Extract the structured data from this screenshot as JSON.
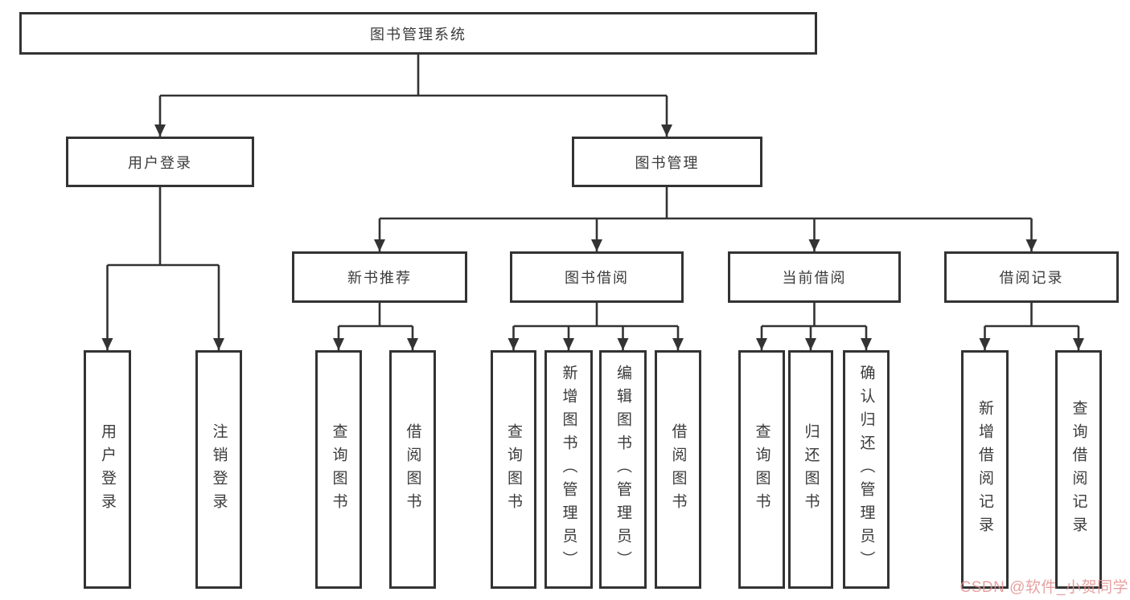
{
  "diagram": {
    "root": {
      "label": "图书管理系统"
    },
    "level2": [
      {
        "label": "用户登录"
      },
      {
        "label": "图书管理"
      }
    ],
    "level3": [
      {
        "label": "新书推荐",
        "parent": "图书管理"
      },
      {
        "label": "图书借阅",
        "parent": "图书管理"
      },
      {
        "label": "当前借阅",
        "parent": "图书管理"
      },
      {
        "label": "借阅记录",
        "parent": "图书管理"
      }
    ],
    "leaves": [
      {
        "label": "用户登录",
        "parent": "用户登录"
      },
      {
        "label": "注销登录",
        "parent": "用户登录"
      },
      {
        "label": "查询图书",
        "parent": "新书推荐"
      },
      {
        "label": "借阅图书",
        "parent": "新书推荐"
      },
      {
        "label": "查询图书",
        "parent": "图书借阅"
      },
      {
        "label": "新增图书（管理员）",
        "parent": "图书借阅"
      },
      {
        "label": "编辑图书（管理员）",
        "parent": "图书借阅"
      },
      {
        "label": "借阅图书",
        "parent": "图书借阅"
      },
      {
        "label": "查询图书",
        "parent": "当前借阅"
      },
      {
        "label": "归还图书",
        "parent": "当前借阅"
      },
      {
        "label": "确认归还（管理员）",
        "parent": "当前借阅"
      },
      {
        "label": "新增借阅记录",
        "parent": "借阅记录"
      },
      {
        "label": "查询借阅记录",
        "parent": "借阅记录"
      }
    ]
  },
  "watermark": {
    "text": "CSDN @软件_小贺同学"
  },
  "colors": {
    "line": "#333333",
    "box_border": "#333333",
    "box_fill": "#ffffff",
    "text": "#3b3b3b",
    "watermark": "#e29090",
    "background": "#ffffff"
  }
}
